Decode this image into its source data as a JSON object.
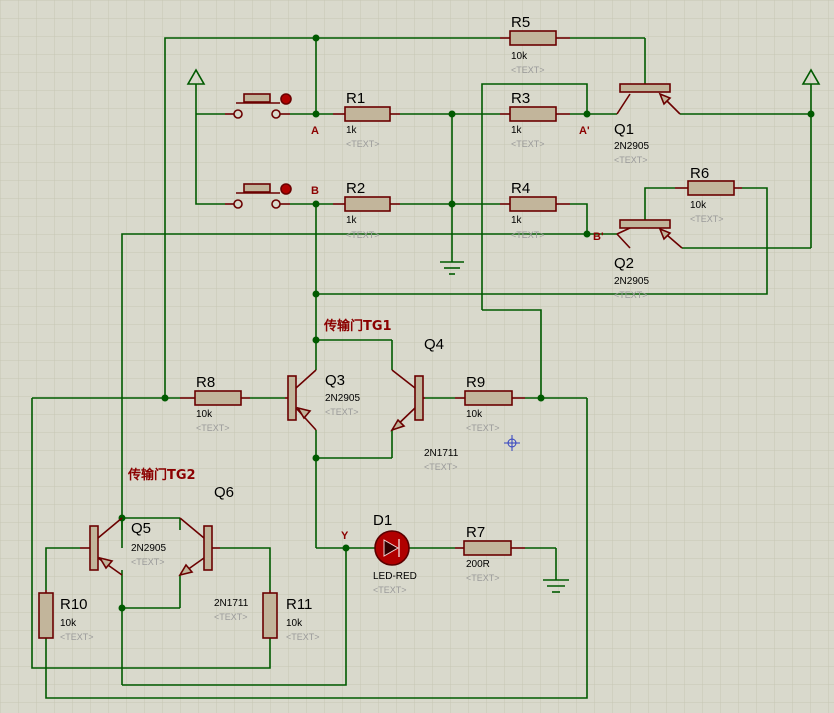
{
  "colors": {
    "background": "#d9d9cc",
    "grid": "#c6c6b4",
    "wire": "#005a00",
    "component_outline": "#6b0000",
    "component_fill": "#c2b59b",
    "led": "#b00000",
    "net_label": "#8b0000"
  },
  "labels": {
    "R1": {
      "ref": "R1",
      "value": "1k",
      "text": "<TEXT>"
    },
    "R2": {
      "ref": "R2",
      "value": "1k",
      "text": "<TEXT>"
    },
    "R3": {
      "ref": "R3",
      "value": "1k",
      "text": "<TEXT>"
    },
    "R4": {
      "ref": "R4",
      "value": "1k",
      "text": "<TEXT>"
    },
    "R5": {
      "ref": "R5",
      "value": "10k",
      "text": "<TEXT>"
    },
    "R6": {
      "ref": "R6",
      "value": "10k",
      "text": "<TEXT>"
    },
    "R7": {
      "ref": "R7",
      "value": "200R",
      "text": "<TEXT>"
    },
    "R8": {
      "ref": "R8",
      "value": "10k",
      "text": "<TEXT>"
    },
    "R9": {
      "ref": "R9",
      "value": "10k",
      "text": "<TEXT>"
    },
    "R10": {
      "ref": "R10",
      "value": "10k",
      "text": "<TEXT>"
    },
    "R11": {
      "ref": "R11",
      "value": "10k",
      "text": "<TEXT>"
    },
    "Q1": {
      "ref": "Q1",
      "value": "2N2905",
      "text": "<TEXT>"
    },
    "Q2": {
      "ref": "Q2",
      "value": "2N2905",
      "text": "<TEXT>"
    },
    "Q3": {
      "ref": "Q3",
      "value": "2N2905",
      "text": "<TEXT>"
    },
    "Q4": {
      "ref": "Q4",
      "value": "2N1711",
      "text": "<TEXT>"
    },
    "Q5": {
      "ref": "Q5",
      "value": "2N2905",
      "text": "<TEXT>"
    },
    "Q6": {
      "ref": "Q6",
      "value": "2N1711",
      "text": "<TEXT>"
    },
    "D1": {
      "ref": "D1",
      "value": "LED-RED",
      "text": "<TEXT>"
    }
  },
  "nets": {
    "A": "A",
    "B": "B",
    "A_prime": "A'",
    "B_prime": "B'",
    "Y": "Y"
  },
  "annotations": {
    "tg1": "传输门TG1",
    "tg2": "传输门TG2"
  }
}
